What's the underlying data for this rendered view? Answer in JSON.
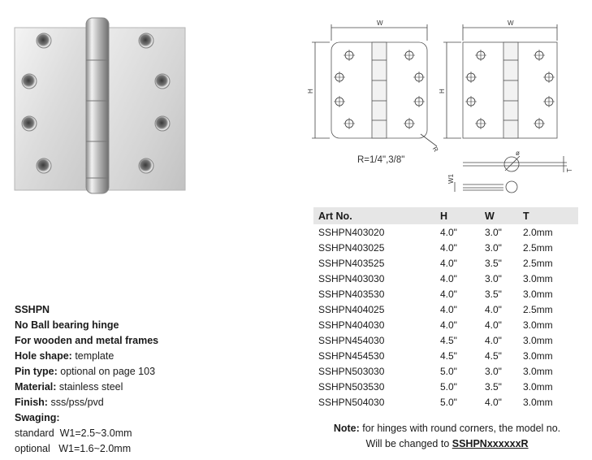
{
  "spec": {
    "model": "SSHPN",
    "desc1": "No Ball bearing hinge",
    "desc2": "For wooden and metal frames",
    "hole_label": "Hole shape:",
    "hole_value": " template",
    "pin_label": "Pin type:",
    "pin_value": " optional on page 103",
    "material_label": "Material:",
    "material_value": " stainless steel",
    "finish_label": "Finish:",
    "finish_value": " sss/pss/pvd",
    "swaging_label": "Swaging:",
    "standard": "standard  W1=2.5~3.0mm",
    "optional": "optional   W1=1.6~2.0mm"
  },
  "drawing": {
    "w_label_left": "W",
    "w_label_right": "W",
    "h_label_left": "H",
    "h_label_right": "H",
    "r_label": "R",
    "radius_note": "R=1/4\",3/8\"",
    "w1_label": "W1",
    "t_label": "T",
    "phi_label": "ø"
  },
  "table": {
    "headers": [
      "Art No.",
      "H",
      "W",
      "T"
    ],
    "rows": [
      [
        "SSHPN403020",
        "4.0\"",
        "3.0\"",
        "2.0mm"
      ],
      [
        "SSHPN403025",
        "4.0\"",
        "3.0\"",
        "2.5mm"
      ],
      [
        "SSHPN403525",
        "4.0\"",
        "3.5\"",
        "2.5mm"
      ],
      [
        "SSHPN403030",
        "4.0\"",
        "3.0\"",
        "3.0mm"
      ],
      [
        "SSHPN403530",
        "4.0\"",
        "3.5\"",
        "3.0mm"
      ],
      [
        "SSHPN404025",
        "4.0\"",
        "4.0\"",
        "2.5mm"
      ],
      [
        "SSHPN404030",
        "4.0\"",
        "4.0\"",
        "3.0mm"
      ],
      [
        "SSHPN454030",
        "4.5\"",
        "4.0\"",
        "3.0mm"
      ],
      [
        "SSHPN454530",
        "4.5\"",
        "4.5\"",
        "3.0mm"
      ],
      [
        "SSHPN503030",
        "5.0\"",
        "3.0\"",
        "3.0mm"
      ],
      [
        "SSHPN503530",
        "5.0\"",
        "3.5\"",
        "3.0mm"
      ],
      [
        "SSHPN504030",
        "5.0\"",
        "4.0\"",
        "3.0mm"
      ]
    ]
  },
  "note": {
    "label": "Note:",
    "text1": " for hinges with round corners, the model no.",
    "text2": "Will be changed to ",
    "model": "SSHPNxxxxxxR"
  }
}
